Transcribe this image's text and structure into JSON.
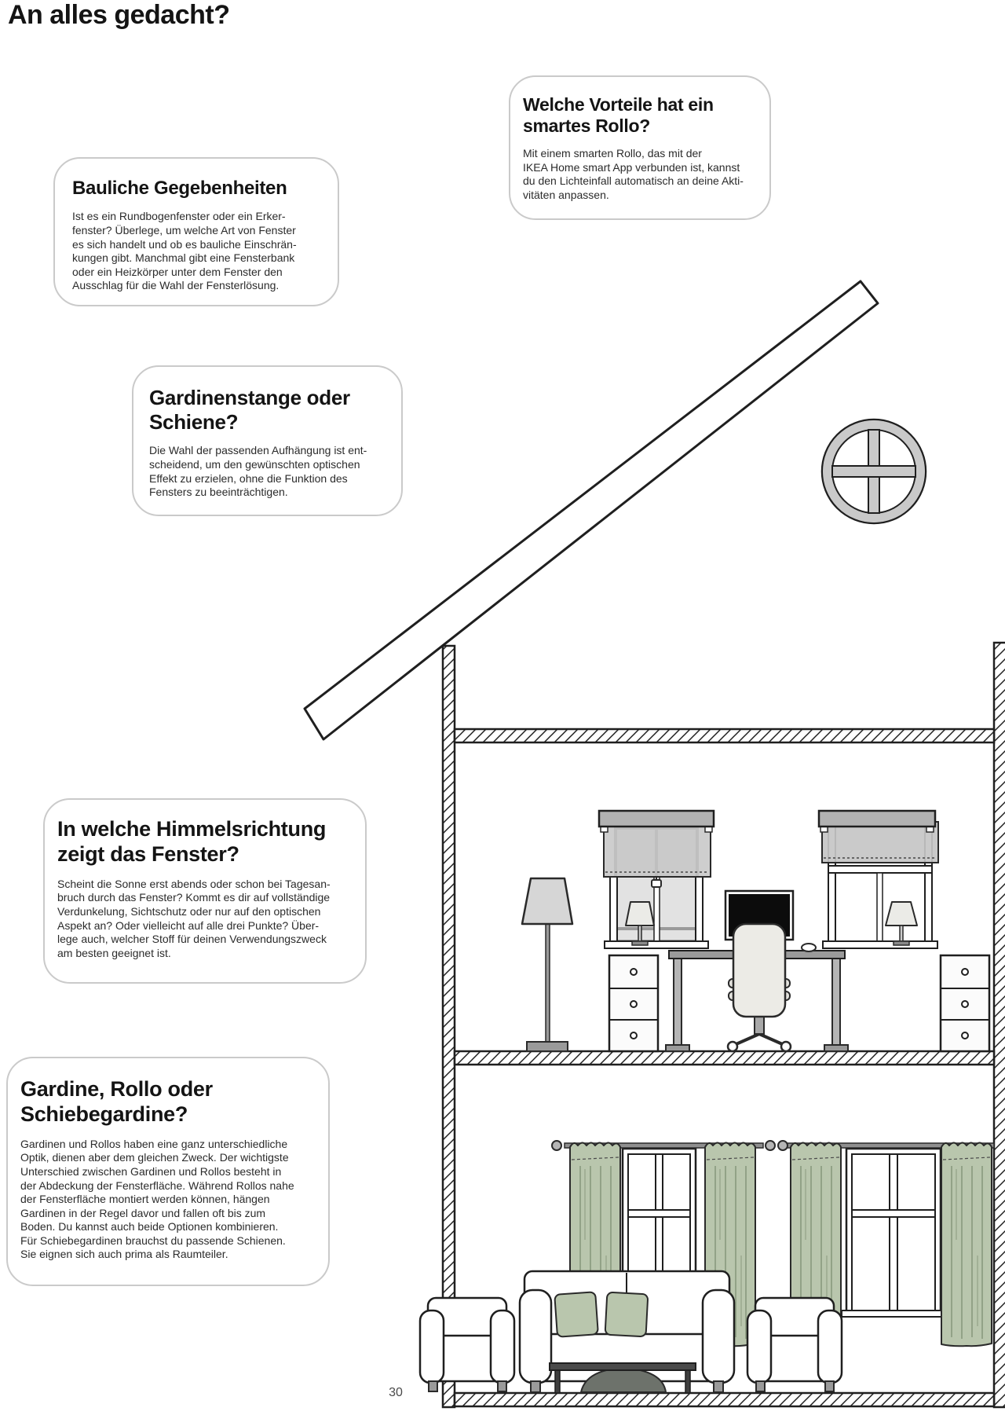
{
  "page": {
    "title": "An alles gedacht?",
    "page_number": "30"
  },
  "bubbles": {
    "bauliche": {
      "heading": "Bauliche Gegebenheiten",
      "body": "Ist es ein Rundbogenfenster oder ein Erker-\nfenster? Überlege, um welche Art von Fenster\nes sich handelt und ob es bauliche Einschrän-\nkungen gibt. Manchmal gibt eine Fensterbank\noder ein Heizkörper unter dem Fenster den\nAusschlag für die Wahl der Fensterlösung."
    },
    "smartes_rollo": {
      "heading": "Welche Vorteile hat ein\nsmartes Rollo?",
      "body": "Mit einem smarten Rollo, das mit der\nIKEA Home smart App verbunden ist, kannst\ndu den Lichteinfall automatisch an deine Akti-\nvitäten anpassen."
    },
    "aufhaengung": {
      "heading": "Gardinenstange oder\nSchiene?",
      "body": "Die Wahl der passenden Aufhängung ist ent-\nscheidend, um den gewünschten optischen\nEffekt zu erzielen, ohne die Funktion des\nFensters zu beeinträchtigen."
    },
    "himmelsrichtung": {
      "heading": "In welche Himmelsrichtung\nzeigt das Fenster?",
      "body": "Scheint die Sonne erst abends oder schon bei Tagesan-\nbruch durch das Fenster? Kommt es dir auf vollständige\nVerdunkelung, Sichtschutz oder nur auf den optischen\nAspekt an? Oder vielleicht auf alle drei Punkte? Über-\nlege auch, welcher Stoff für deinen Verwendungszweck\nam besten geeignet ist."
    },
    "gardine_rollo": {
      "heading": "Gardine, Rollo oder\nSchiebegardine?",
      "body": "Gardinen und Rollos haben eine ganz unterschiedliche\nOptik, dienen aber dem gleichen Zweck. Der wichtigste\nUnterschied zwischen Gardinen und Rollos besteht in\nder Abdeckung der Fensterfläche. Während Rollos nahe\nder Fensterfläche montiert werden können, hängen\nGardinen in der Regel davor und fallen oft bis zum\nBoden. Du kannst auch beide Optionen kombinieren.\nFür Schiebegardinen brauchst du passende Schienen.\nSie eignen sich auch prima als Raumteiler."
    }
  },
  "illustration": {
    "description": "Cutaway house line drawing: sloped roof beam, round gable window, upper-floor home office with roller blinds, lower-floor living room with green curtains",
    "colors": {
      "outline": "#1f1f1f",
      "bubble_border": "#cacaca",
      "curtain_green": "#b9c6ad",
      "curtain_fold_green": "#92a287",
      "roller_blind_gray": "#c6c6c6",
      "pelmet_gray": "#b2b2b2",
      "lamp_shade_gray": "#d6d6d6",
      "metal_gray": "#9a9a9a",
      "chair_beige": "#ecebe6",
      "monitor_black": "#0c0c0c"
    }
  }
}
